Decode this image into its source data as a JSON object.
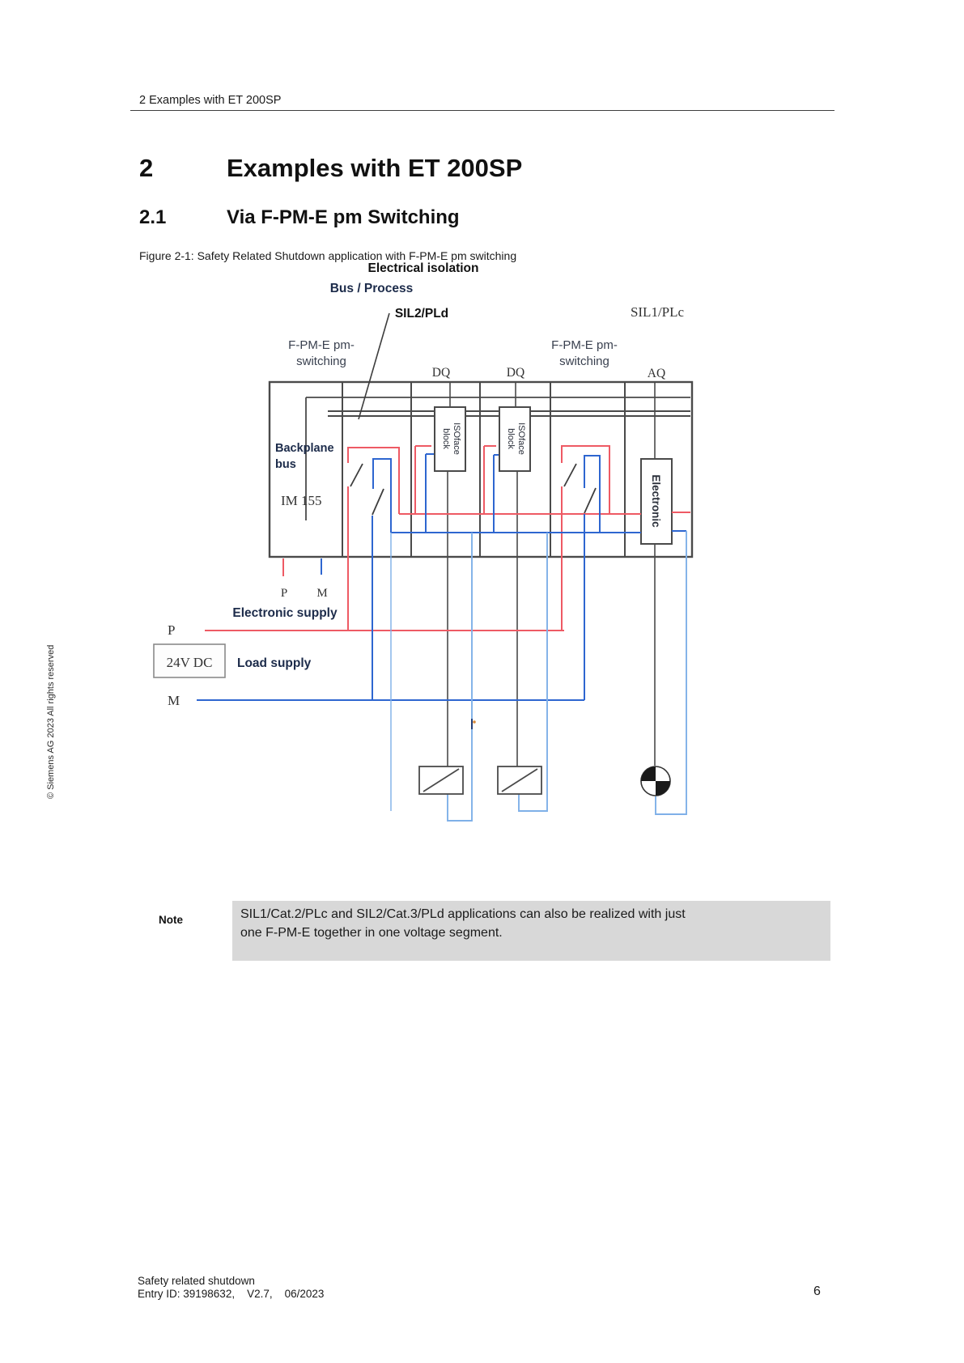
{
  "page": {
    "header_title": "2 Examples with ET 200SP",
    "page_number": "6",
    "copyright_vertical": "© Siemens AG 2023 All rights reserved"
  },
  "headings": {
    "h1_number": "2",
    "h1_title": "Examples with ET 200SP",
    "h2_number": "2.1",
    "h2_title": "Via F-PM-E pm Switching"
  },
  "figure": {
    "caption": "Figure 2-1: Safety Related Shutdown application with F-PM-E pm switching",
    "labels": {
      "electrical_isolation": "Electrical isolation",
      "bus_process": "Bus / Process",
      "fpme_left_line1": "F-PM-E pm-",
      "fpme_left_line2": "switching",
      "sil2": "SIL2/PLd",
      "dq_left": "DQ",
      "dq_right": "DQ",
      "fpme_right_line1": "F-PM-E pm-",
      "fpme_right_line2": "switching",
      "sil1": "SIL1/PLc",
      "aq": "AQ",
      "backplane_line1": "Backplane",
      "backplane_line2": "bus",
      "im155": "IM 155",
      "p_module": "P",
      "m_module": "M",
      "electronic_supply": "Electronic supply",
      "p_supply": "P",
      "supply_24vdc": "24V DC",
      "load_supply": "Load supply",
      "m_supply": "M",
      "isoface_line1": "ISOface",
      "isoface_line2": "block",
      "electronic": "Electronic"
    }
  },
  "note": {
    "label": "Note",
    "line1": "SIL1/Cat.2/PLc and SIL2/Cat.3/PLd applications can also be realized with just",
    "line2": "one F-PM-E together in one voltage segment."
  },
  "footer": {
    "line1": "Safety related shutdown",
    "line2": "Entry ID: 39198632,    V2.7,    06/2023"
  },
  "colors": {
    "wire_red": "#ee5a64",
    "wire_blue": "#2e66d0",
    "wire_blue_light": "#7fb0e8",
    "line_dark": "#4a4a4a",
    "note_bg": "#d8d8d8"
  }
}
